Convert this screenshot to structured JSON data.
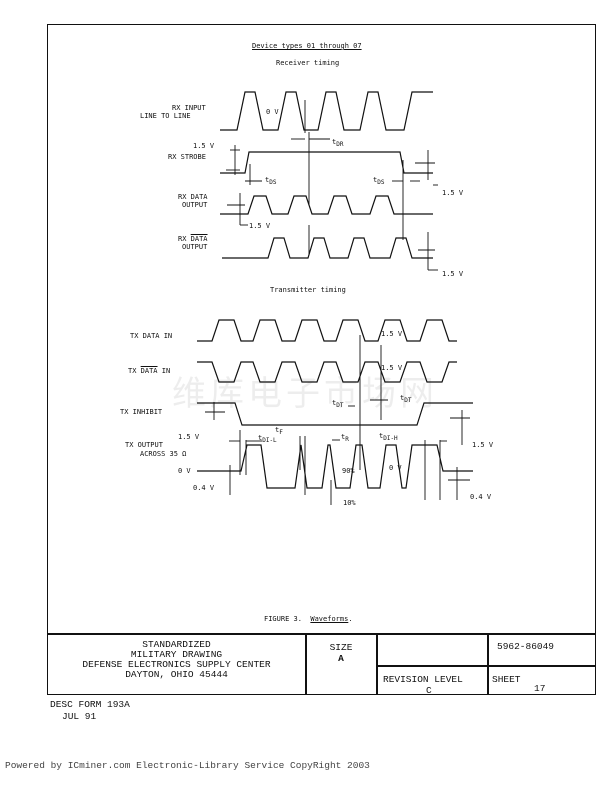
{
  "figure": {
    "heading": "Device types 01 through 07",
    "receiver_title": "Receiver timing",
    "transmitter_title": "Transmitter timing",
    "caption_prefix": "FIGURE 3.",
    "caption": "Waveforms",
    "rx_signals": [
      "RX INPUT",
      "LINE TO LINE",
      "RX STROBE",
      "RX DATA",
      "OUTPUT",
      "RX",
      "DATA",
      "OUTPUT"
    ],
    "tx_signals": [
      "TX DATA IN",
      "TX",
      "DATA",
      "IN",
      "TX INHIBIT",
      "TX OUTPUT",
      "ACROSS 35 Ω"
    ],
    "annotations": {
      "zero_v": "0 V",
      "v15": "1.5 V",
      "v04": "0.4 V",
      "t": "t",
      "dr": "DR",
      "ds": "DS",
      "dt": "DT",
      "dil": "DI-L",
      "dih": "DI-H",
      "f": "F",
      "r": "R",
      "p90": "90%",
      "p10": "10%"
    }
  },
  "watermark": "维库电子市场网",
  "title_block": {
    "org_lines": [
      "STANDARDIZED",
      "MILITARY DRAWING",
      "DEFENSE ELECTRONICS SUPPLY CENTER",
      "DAYTON, OHIO  45444"
    ],
    "size_label": "SIZE",
    "size_value": "A",
    "drawing_number": "5962-86049",
    "revision_label": "REVISION LEVEL",
    "revision_value": "C",
    "sheet_label": "SHEET",
    "sheet_value": "17"
  },
  "form": {
    "line1": "DESC FORM 193A",
    "line2": "JUL 91"
  },
  "footer": "Powered by ICminer.com Electronic-Library Service CopyRight 2003"
}
